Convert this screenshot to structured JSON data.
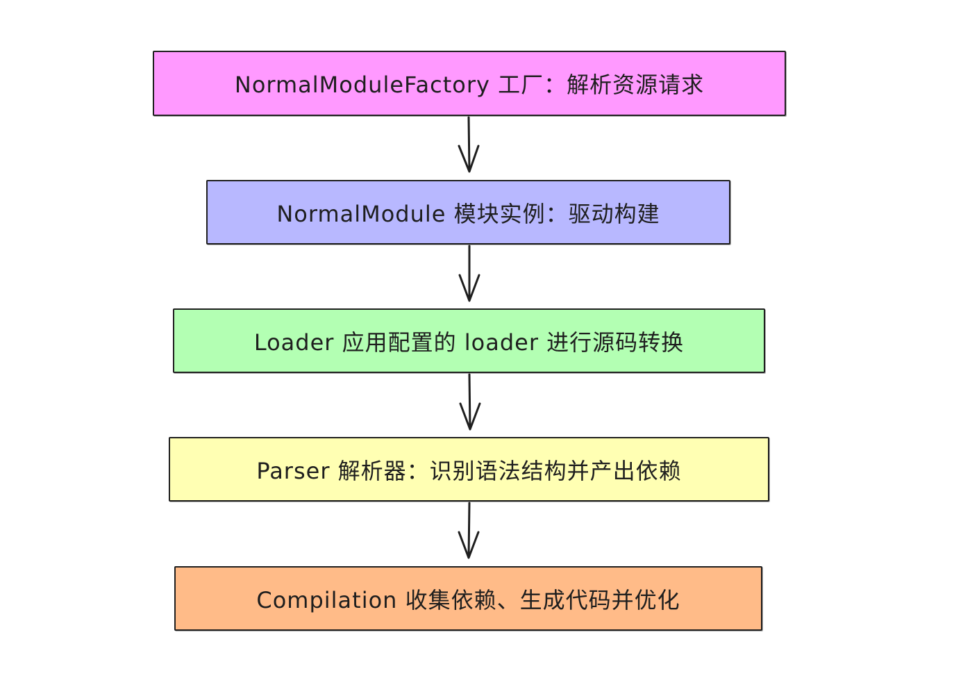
{
  "steps": [
    {
      "label": "NormalModuleFactory 工厂：解析资源请求",
      "color": "#ff99ff"
    },
    {
      "label": "NormalModule 模块实例：驱动构建",
      "color": "#b8b8ff"
    },
    {
      "label": "Loader 应用配置的 loader 进行源码转换",
      "color": "#b3ffb3"
    },
    {
      "label": "Parser 解析器：识别语法结构并产出依赖",
      "color": "#ffffb3"
    },
    {
      "label": "Compilation 收集依赖、生成代码并优化",
      "color": "#ffbb88"
    }
  ],
  "arrow_color": "#1e1e1e"
}
